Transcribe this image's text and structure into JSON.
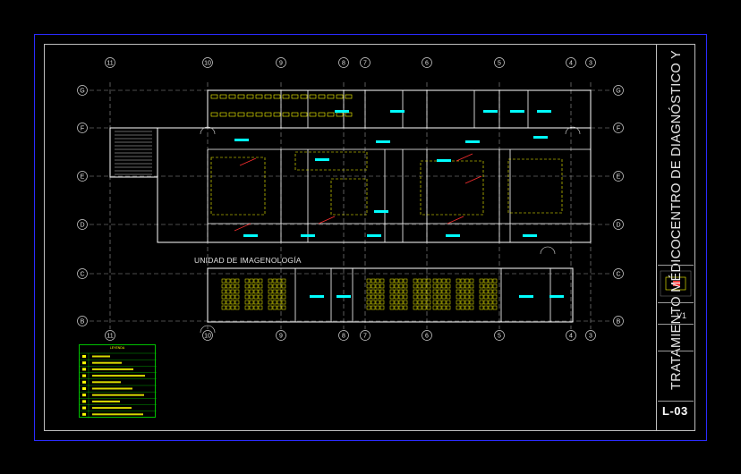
{
  "drawing": {
    "project_title_line1": "CENTRO DE DIAGNÓSTICO Y",
    "project_title_line2": "TRATAMIENTO MÉDICO",
    "section_label": "UNIDAD DE IMAGENOLOGÍA",
    "sheet_number": "L-03",
    "version": "V1",
    "legend_title": "LEYENDA"
  },
  "axes": {
    "columns": [
      {
        "label": "11"
      },
      {
        "label": "10"
      },
      {
        "label": "9"
      },
      {
        "label": "8"
      },
      {
        "label": "7"
      },
      {
        "label": "6"
      },
      {
        "label": "5"
      },
      {
        "label": "4"
      },
      {
        "label": "3"
      }
    ],
    "rows": [
      {
        "label": "G"
      },
      {
        "label": "F"
      },
      {
        "label": "E"
      },
      {
        "label": "D"
      },
      {
        "label": "C"
      },
      {
        "label": "B"
      }
    ]
  },
  "colors": {
    "frame": "#2b2bff",
    "walls": "#ffffff",
    "furniture": "#ffff00",
    "fixtures": "#00ffff",
    "annotation": "#ff3030",
    "legend": "#00c000",
    "grid": "#9a9a9a"
  }
}
